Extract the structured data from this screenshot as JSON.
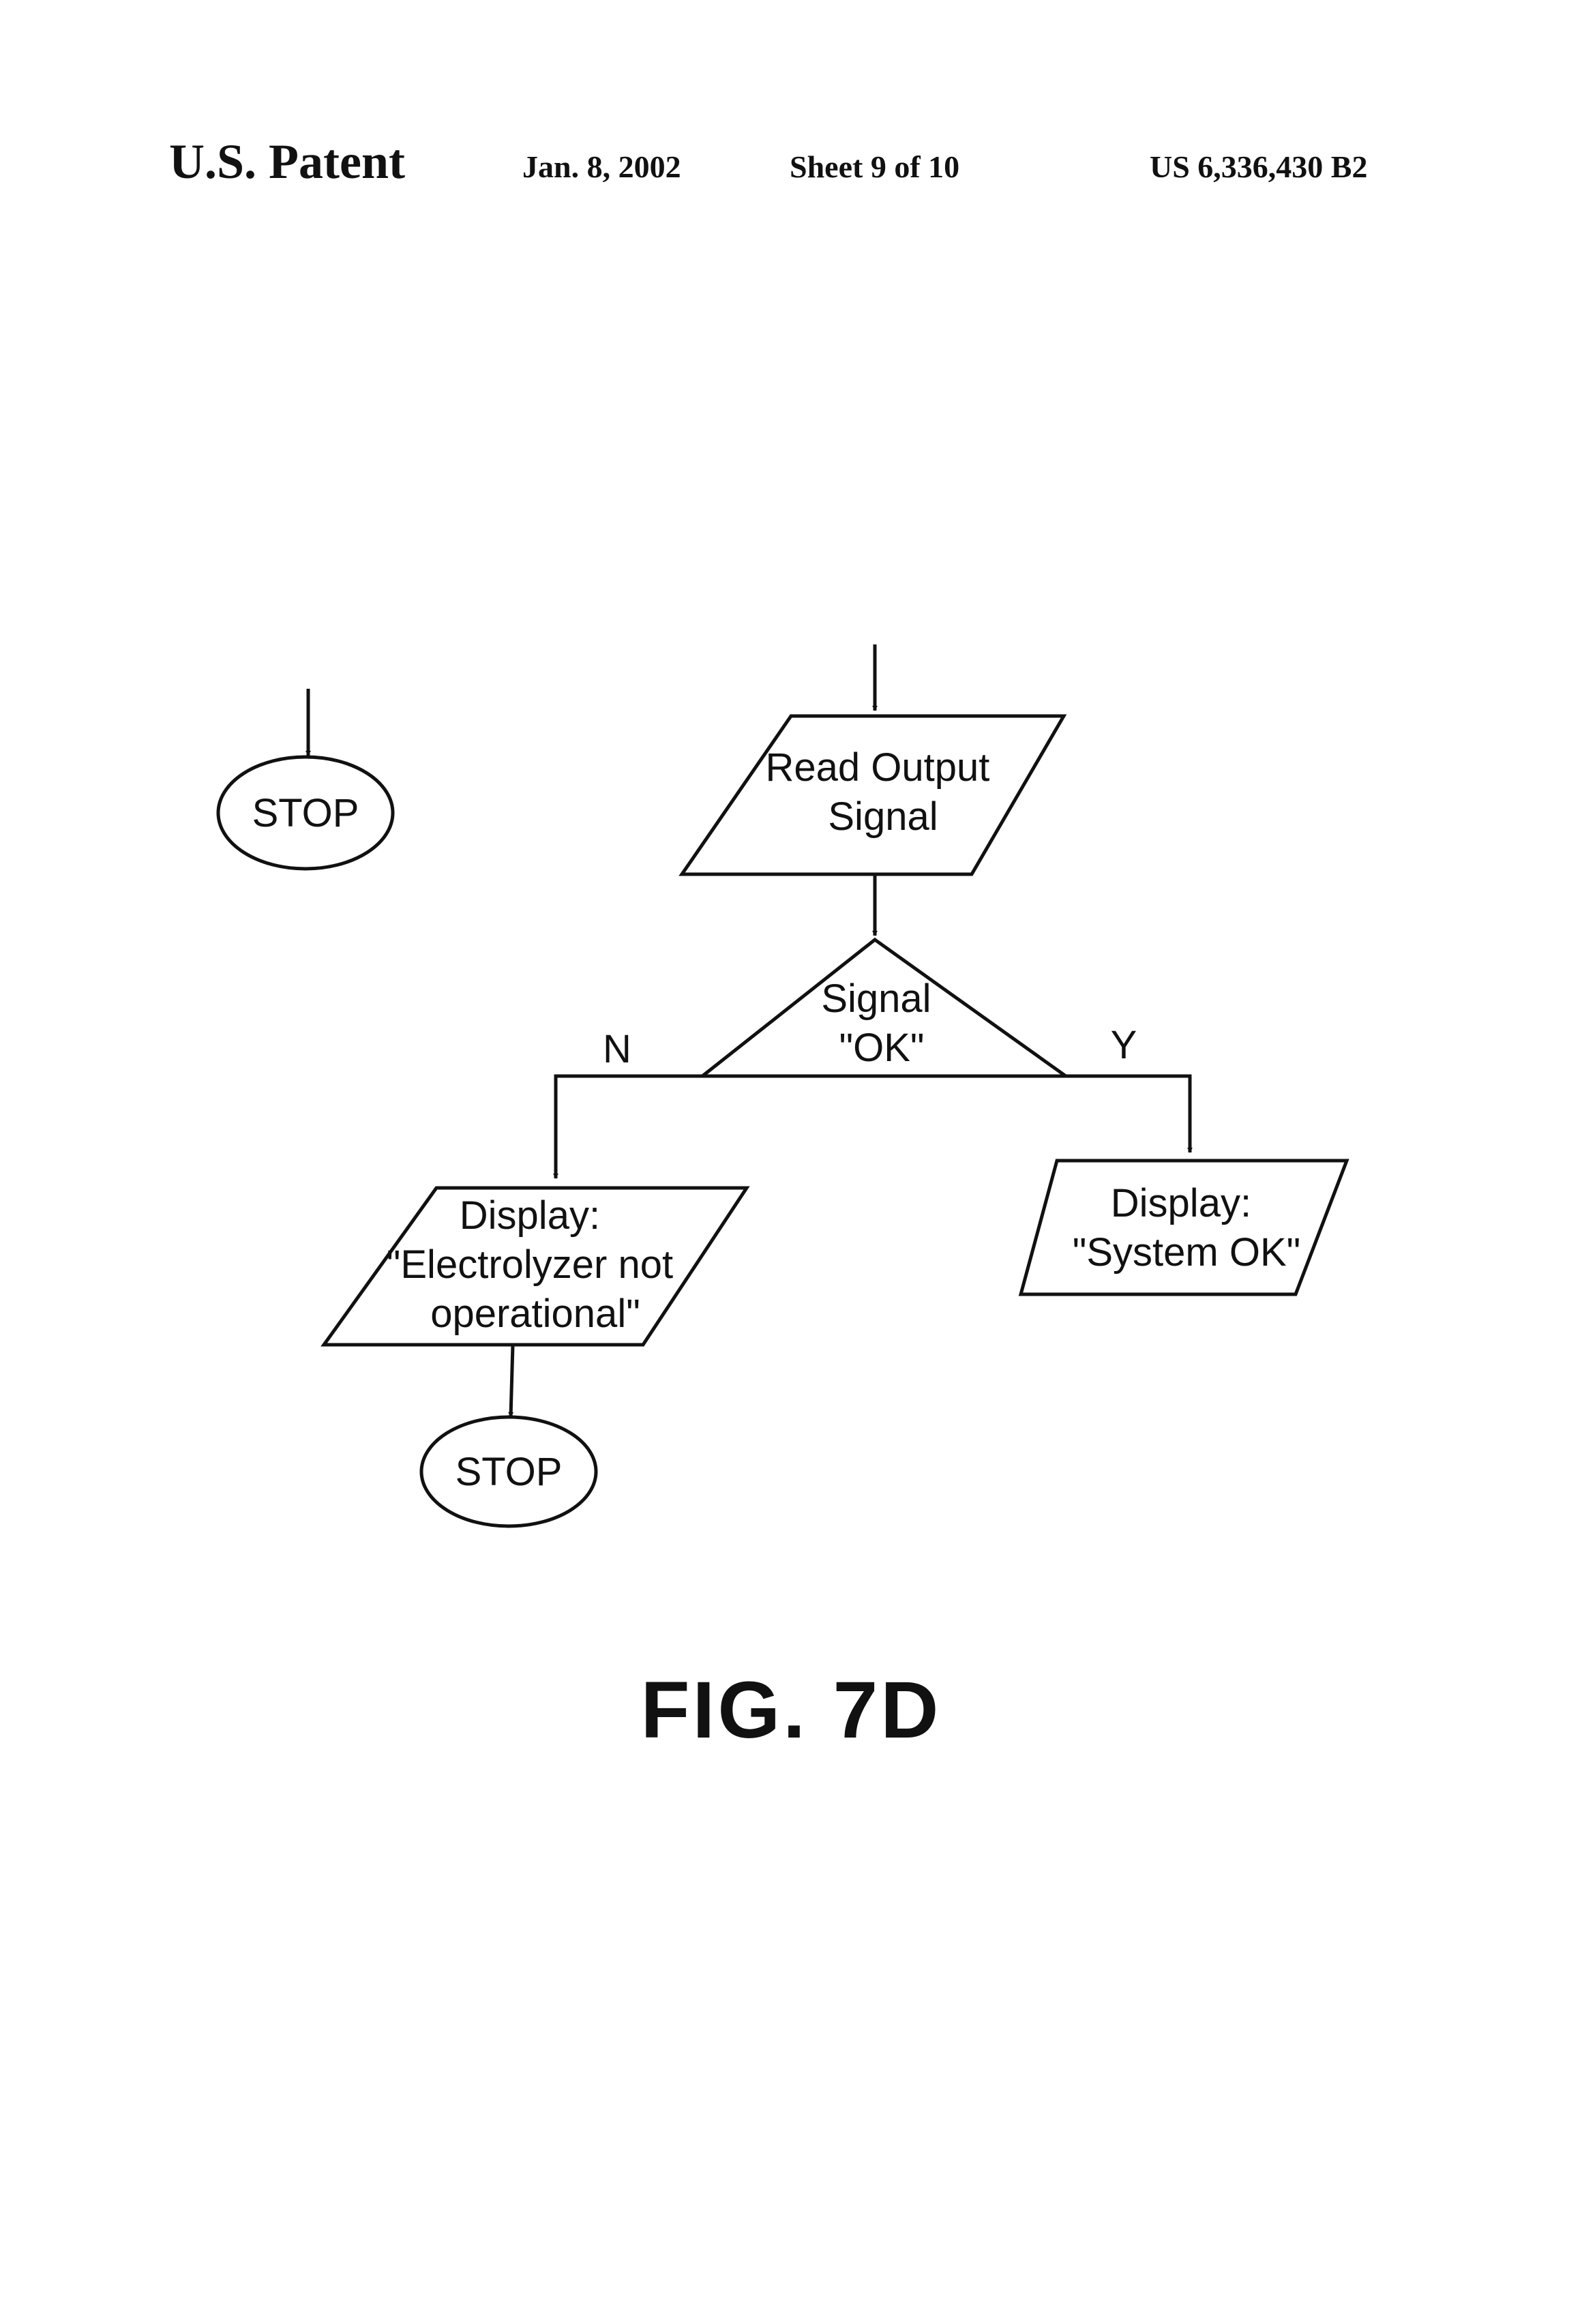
{
  "header": {
    "publisher": "U.S. Patent",
    "date": "Jan. 8, 2002",
    "sheet": "Sheet 9 of 10",
    "patent_number": "US 6,336,430 B2"
  },
  "diagram": {
    "stop_top": "STOP",
    "read_output": [
      "Read Output",
      "Signal"
    ],
    "decision": [
      "Signal",
      "\"OK\""
    ],
    "branch_no": "N",
    "branch_yes": "Y",
    "display_not_operational": [
      "Display:",
      "\"Electrolyzer not",
      "operational\""
    ],
    "display_system_ok": [
      "Display:",
      "\"System OK\""
    ],
    "stop_bottom": "STOP"
  },
  "figure_label": "FIG. 7D"
}
